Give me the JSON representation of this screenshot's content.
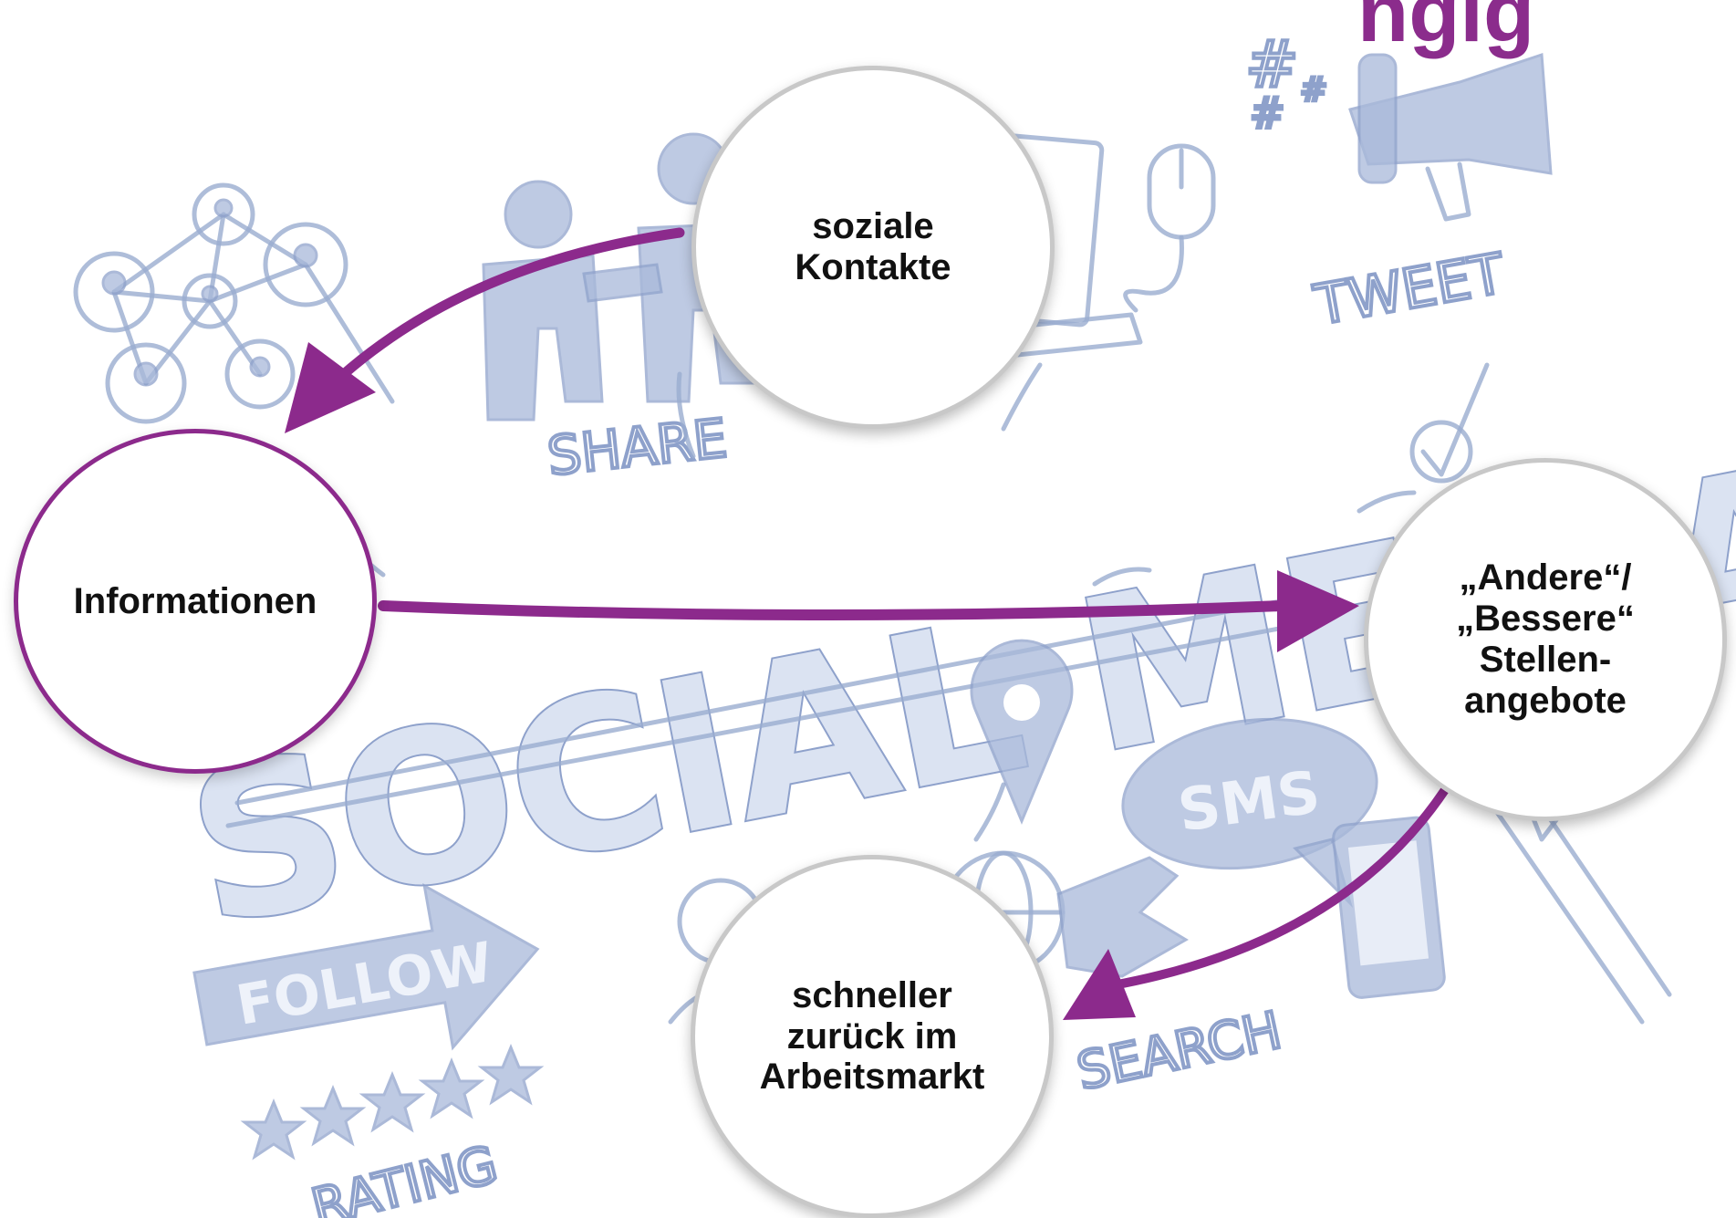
{
  "title_fragment": "ngig",
  "background_words": [
    "SOCIAL MEDIA",
    "SHARE",
    "TWEET",
    "FOLLOW",
    "RATING",
    "SMS",
    "SEARCH"
  ],
  "background_icons": [
    "people-network-icon",
    "two-people-share-icon",
    "computer-monitor-icon",
    "mouse-icon",
    "megaphone-icon",
    "hashtag-icon",
    "checkmark-icon",
    "location-pin-icon",
    "globe-icon",
    "pointing-hand-icon",
    "sms-bubble-icon",
    "smartphone-icon",
    "magnifier-icon",
    "follow-arrow-icon",
    "five-star-rating-icon"
  ],
  "nodes": [
    {
      "id": "soziale-kontakte",
      "label": "soziale\nKontakte",
      "style": "gray"
    },
    {
      "id": "informationen",
      "label": "Informationen",
      "style": "purple"
    },
    {
      "id": "bessere-stellenangebote",
      "label": "„Andere“/\n„Bessere“\nStellen-\nangebote",
      "style": "gray"
    },
    {
      "id": "arbeitsmarkt",
      "label": "schneller\nzurück im\nArbeitsmarkt",
      "style": "gray"
    }
  ],
  "edges": [
    {
      "from": "soziale-kontakte",
      "to": "informationen"
    },
    {
      "from": "informationen",
      "to": "bessere-stellenangebote"
    },
    {
      "from": "bessere-stellenangebote",
      "to": "arbeitsmarkt"
    }
  ],
  "colors": {
    "accent": "#8c2a8c",
    "node_border": "#c8c8c8",
    "sketch": "#9aacd0"
  }
}
